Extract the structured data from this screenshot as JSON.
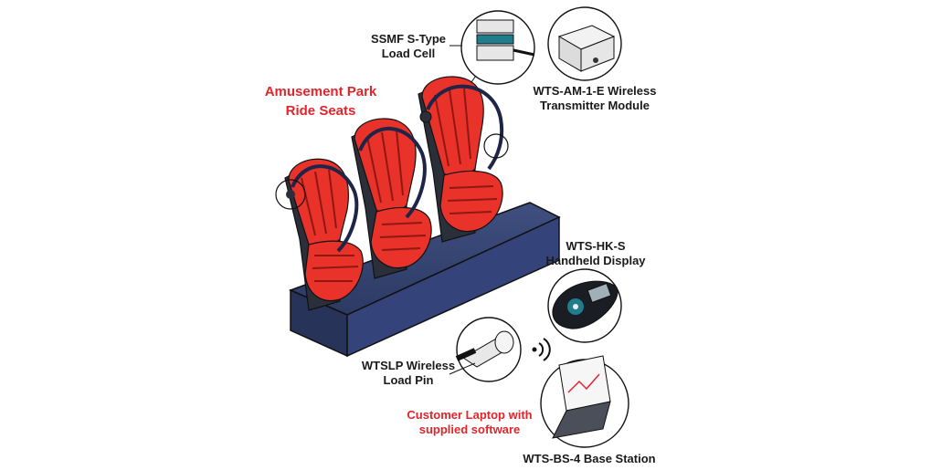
{
  "title": {
    "line1": "Amusement Park",
    "line2": "Ride Seats"
  },
  "components": {
    "load_cell": {
      "line1": "SSMF S-Type",
      "line2": "Load Cell"
    },
    "transmitter": {
      "line1": "WTS-AM-1-E Wireless",
      "line2": "Transmitter Module"
    },
    "handheld": {
      "line1": "WTS-HK-S",
      "line2": "Handheld Display"
    },
    "load_pin": {
      "line1": "WTSLP Wireless",
      "line2": "Load Pin"
    },
    "laptop_note": {
      "line1": "Customer Laptop with",
      "line2": "supplied software"
    },
    "base_station": {
      "line1": "WTS-BS-4 Base Station"
    }
  },
  "colors": {
    "seat_red": "#e8322a",
    "seat_dark_red": "#b0201b",
    "frame_dark": "#2b2f3a",
    "base_navy": "#2c3a63",
    "restraint_navy": "#1f2547",
    "accent_teal": "#1f7d8c",
    "label_red": "#e0252b"
  },
  "icons": [
    "wireless-signal-icon"
  ]
}
